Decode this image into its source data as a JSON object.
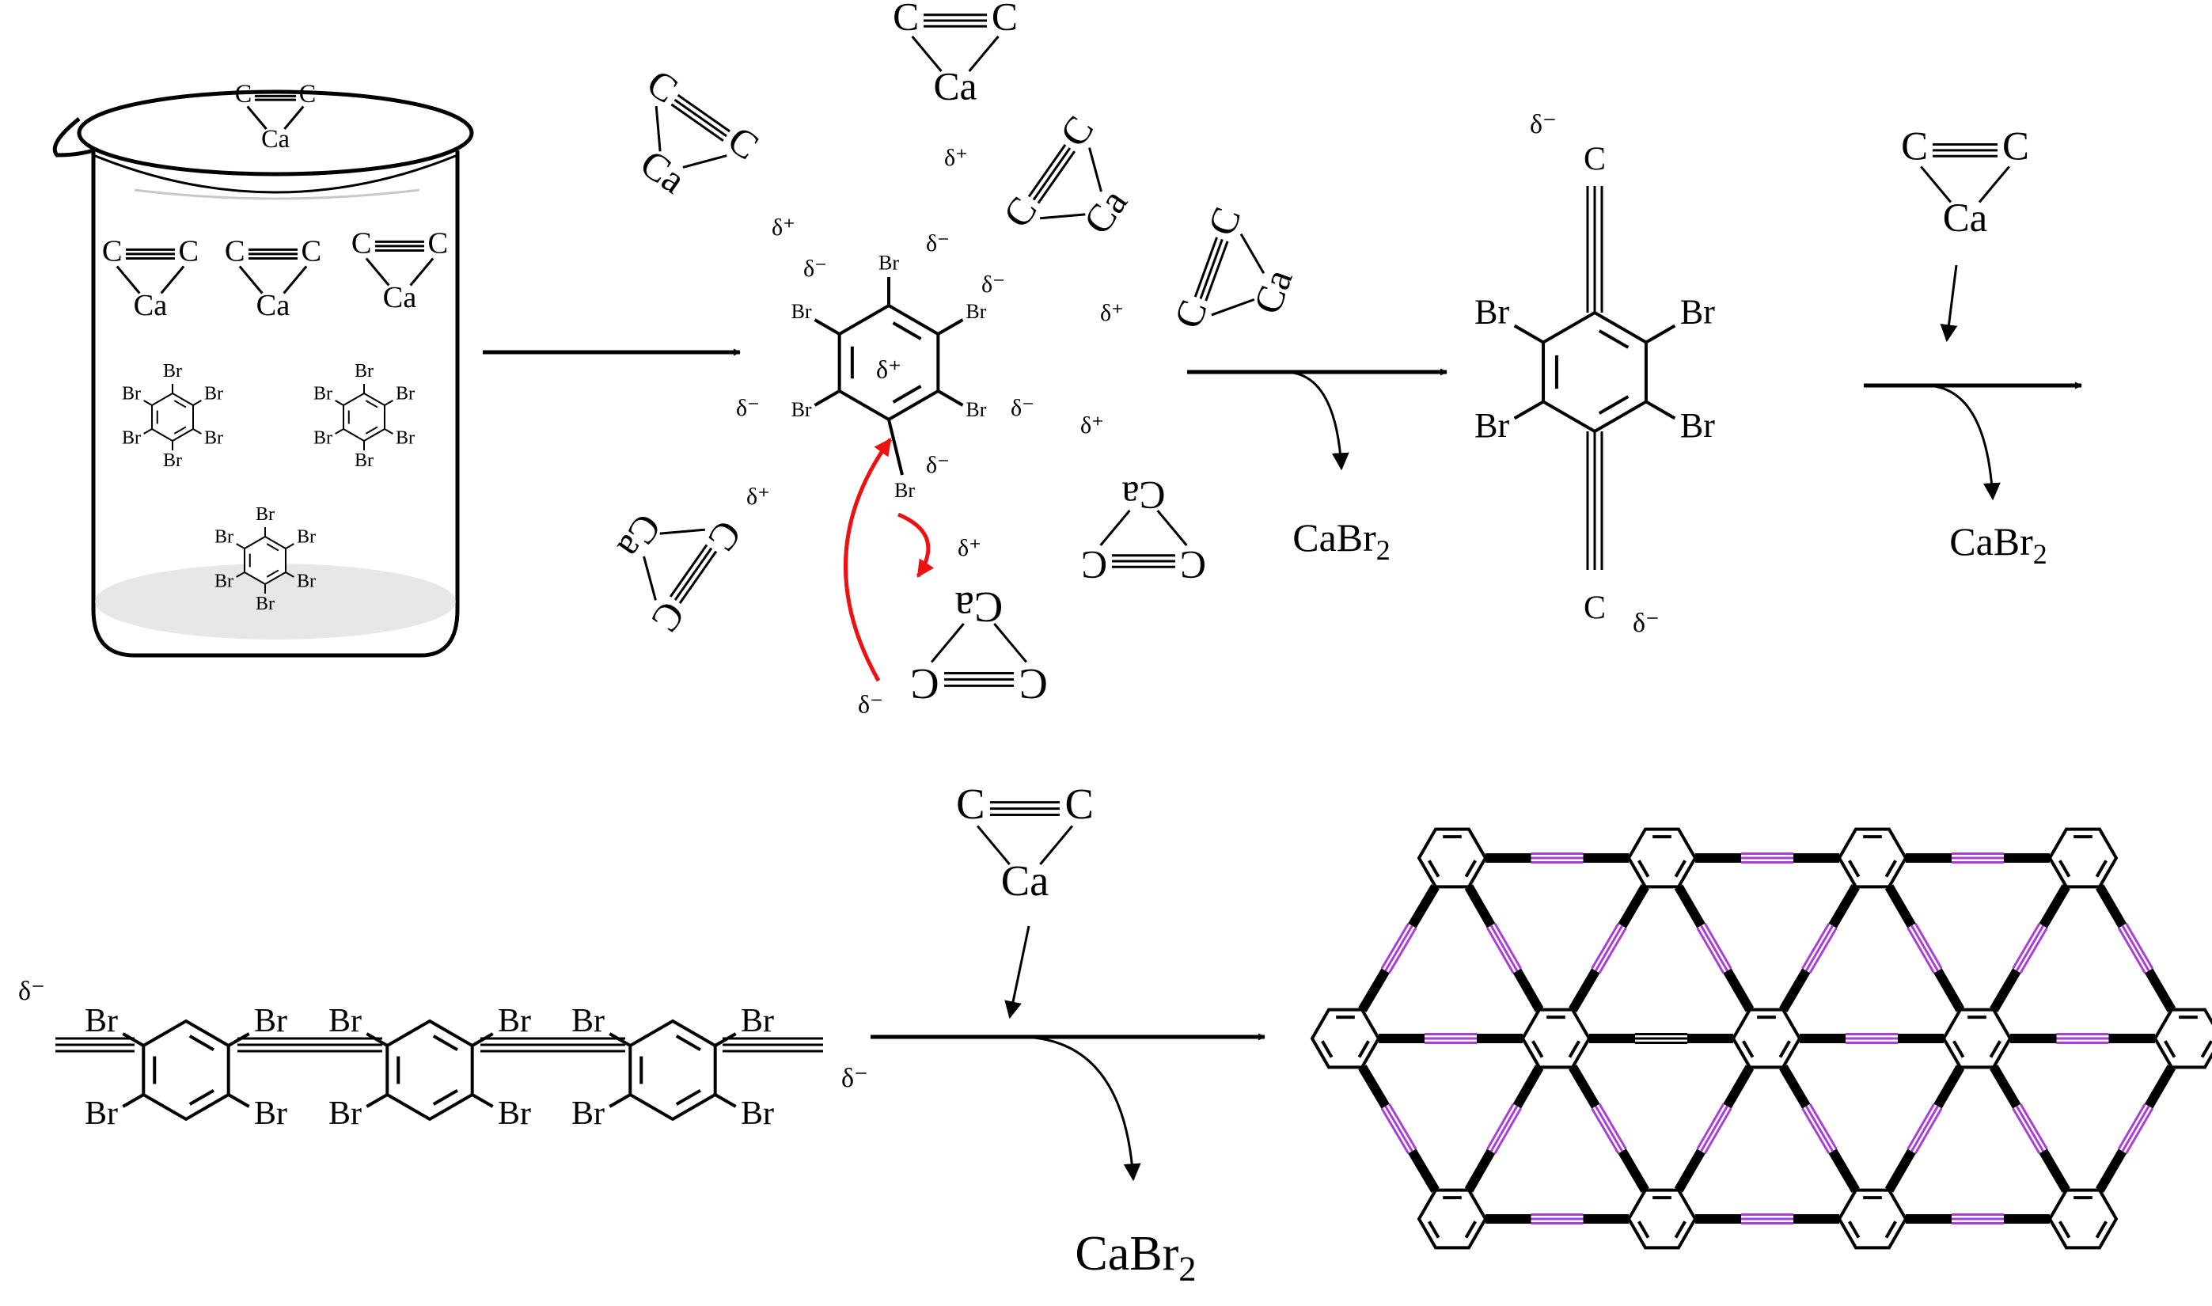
{
  "colors": {
    "ink": "#000000",
    "highlight": "#ee1111",
    "triple_bond": "#a93fd6",
    "beaker_fill": "#ffffff",
    "sediment": "#cccccc"
  },
  "text": {
    "C": "C",
    "Ca": "Ca",
    "Br": "Br",
    "delta_minus": "δ⁻",
    "delta_plus": "δ⁺",
    "ca_br": "CaBr",
    "sub_2": "2"
  }
}
